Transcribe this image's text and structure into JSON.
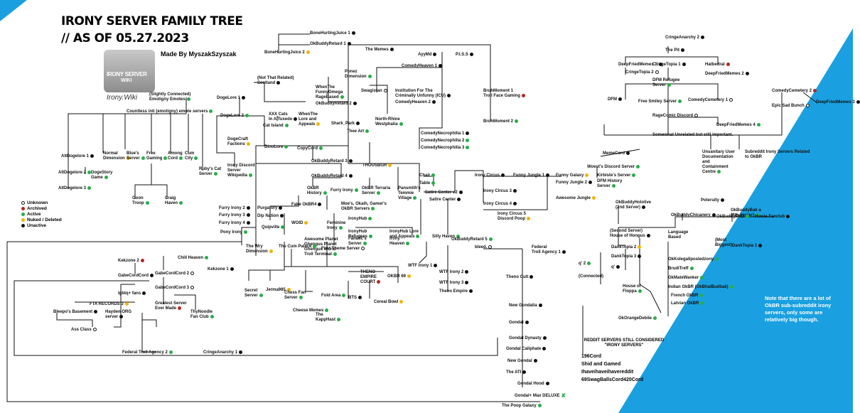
{
  "title": {
    "line1": "IRONY SERVER FAMILY TREE",
    "line2": "// AS OF 05.27.2023",
    "author": "Made By MyszakSzyszak",
    "logo_text_top": "IRONY SERVER",
    "logo_text_bottom": "WIKI",
    "logo_caption": "Irony.Wiki"
  },
  "colors": {
    "active": "#27ae48",
    "archived": "#b3261e",
    "nuked": "#f0b400",
    "unactive": "#111111",
    "corner": "#1aa0e0"
  },
  "legend": [
    {
      "label": "Unknown",
      "status": "u"
    },
    {
      "label": "Archived",
      "status": "r"
    },
    {
      "label": "Active",
      "status": "g"
    },
    {
      "label": "Nuked / Deleted",
      "status": "y"
    },
    {
      "label": "Unactive",
      "status": "k"
    }
  ],
  "note": "Note that there are a lot of OkBR sub-subreddit irony servers, only some are relatively big though.",
  "reddit_section": {
    "title": "REDDIT SERVERS STILL CONSIDERED \"IRONY SERVERS\"",
    "items": [
      "196Cord",
      "Shid and Gamed",
      "Ihaveihaveihavereddit",
      "69SwagBallsCord420Cord"
    ]
  },
  "nodes": [
    {
      "label": "BoneHurtingJuice 1",
      "status": "k"
    },
    {
      "label": "BoneHurtingJuice 2",
      "status": "y"
    },
    {
      "label": "OkBuddyRetard 1",
      "status": "k"
    },
    {
      "label": "The Memes",
      "status": "k"
    },
    {
      "label": "AyyMd",
      "status": "k"
    },
    {
      "label": "P.I.S.S",
      "status": "k"
    },
    {
      "label": "Ponez\nDimension",
      "status": "g"
    },
    {
      "label": "ComedyHeaven 1",
      "status": "k"
    },
    {
      "label": "(Not That Related)\nScotland",
      "status": "k"
    },
    {
      "label": "WhenThe\nFunnyOmega\nRageBased",
      "status": "g"
    },
    {
      "label": "OkBuddyRetard 2",
      "status": "k"
    },
    {
      "label": "Swagistan",
      "status": "u"
    },
    {
      "label": "Institution For The\nCriminally Unfunny (ICU)",
      "status": "k"
    },
    {
      "label": "ComedyHeaven 2",
      "status": "k"
    },
    {
      "label": "BruhMoment 1\nTroll Face Gaming",
      "status": "r"
    },
    {
      "label": "BruhMoment 2",
      "status": "g"
    },
    {
      "label": "(Slightly Connected)\nEmotigny Emotes",
      "status": "g"
    },
    {
      "label": "DogeLore 1",
      "status": "k"
    },
    {
      "label": "Countless inti (emotigny) emote servers",
      "status": "g"
    },
    {
      "label": "DogeLore 2",
      "status": "g"
    },
    {
      "label": "XXX Cats\nIn A Tuxedo",
      "status": "k"
    },
    {
      "label": "Cat Island",
      "status": "g"
    },
    {
      "label": "WhenThe\nLore and\nAppeals",
      "status": "y"
    },
    {
      "label": "Shark_Park",
      "status": "k"
    },
    {
      "label": "North-Rhine\nWestphalia",
      "status": "g"
    },
    {
      "label": "Thee Art",
      "status": "g"
    },
    {
      "label": "ComedyNecrophilia 1",
      "status": "k"
    },
    {
      "label": "ComedyNecrophilia 2",
      "status": "g"
    },
    {
      "label": "ComedyNecrophilia 3",
      "status": "g"
    },
    {
      "label": "DogeCraft\nFactions",
      "status": "y"
    },
    {
      "label": "DinoLore",
      "status": "g"
    },
    {
      "label": "CopyCord",
      "status": "g"
    },
    {
      "label": "AltDogelore 1",
      "status": "k"
    },
    {
      "label": "AltDogelore 2",
      "status": "g"
    },
    {
      "label": "AltDogelore 3",
      "status": "g"
    },
    {
      "label": "DogeStory\nGame",
      "status": "g"
    },
    {
      "label": "Normal\nDimension",
      "status": "y"
    },
    {
      "label": "Blue's\nServer",
      "status": "g"
    },
    {
      "label": "Free\nGaming",
      "status": "g"
    },
    {
      "label": "Among\nCord",
      "status": "g"
    },
    {
      "label": "Cum\nCity",
      "status": "g"
    },
    {
      "label": "Goon\nTroop",
      "status": "g"
    },
    {
      "label": "Craig\nHaven",
      "status": "g"
    },
    {
      "label": "Ruby's Cat\nServer",
      "status": "g"
    },
    {
      "label": "Irony Discord\nServer\nWikipedia",
      "status": "g"
    },
    {
      "label": "OkBuddyRetard 3",
      "status": "k"
    },
    {
      "label": "THOUSBGR",
      "status": "y"
    },
    {
      "label": "OkBuddyRetard 4",
      "status": "k"
    },
    {
      "label": "OkBR\nHistory",
      "status": "g"
    },
    {
      "label": "Furry Irony",
      "status": "g"
    },
    {
      "label": "OkBR Terraria\nServer",
      "status": "g"
    },
    {
      "label": "Pansmith's\nTemmie\nVillage",
      "status": "g"
    },
    {
      "label": "Chair",
      "status": "g"
    },
    {
      "label": "Table",
      "status": "g"
    },
    {
      "label": "Satire Center v2",
      "status": "k"
    },
    {
      "label": "Satire Center",
      "status": "k"
    },
    {
      "label": "Irony Circus",
      "status": "k"
    },
    {
      "label": "Funny Jungle 1",
      "status": "k"
    },
    {
      "label": "Funny Galaxy",
      "status": "y"
    },
    {
      "label": "Funny Jungle 2",
      "status": "k"
    },
    {
      "label": "Awesome Jungle",
      "status": "y"
    },
    {
      "label": "Irony Circus 3",
      "status": "k"
    },
    {
      "label": "Irony Circus 4",
      "status": "k"
    },
    {
      "label": "Irony Circus 5\nDiscord Poop",
      "status": "y"
    },
    {
      "label": "Furry Irony 2",
      "status": "k"
    },
    {
      "label": "Furry Irony 3",
      "status": "k"
    },
    {
      "label": "Furry Irony 4",
      "status": "k"
    },
    {
      "label": "Pony Irony",
      "status": "g"
    },
    {
      "label": "Purgatory",
      "status": "k"
    },
    {
      "label": "Dip Nation",
      "status": "k"
    },
    {
      "label": "Quipville",
      "status": "g"
    },
    {
      "label": "Fake OkBR4",
      "status": "k"
    },
    {
      "label": "WOID",
      "status": "y"
    },
    {
      "label": "Feminine\nIrony",
      "status": "g"
    },
    {
      "label": "Moe's, Okaih, Gamer's\nOkBR Servers",
      "status": "g"
    },
    {
      "label": "IronyHub",
      "status": "g"
    },
    {
      "label": "IronyHub\nRefugees",
      "status": "g"
    },
    {
      "label": "Fanatic's\nServer",
      "status": "g"
    },
    {
      "label": "IronyHub Lore\nand Appeals",
      "status": "g"
    },
    {
      "label": "Irony\nHeaven",
      "status": "g"
    },
    {
      "label": "Silly Haven",
      "status": "g"
    },
    {
      "label": "OkBuddyRetard 5",
      "status": "g"
    },
    {
      "label": "Awesome Planet\nGhengus Planet\nGhengus World\nTroll Terminal",
      "status": "g"
    },
    {
      "label": "First Theme Server",
      "status": "u"
    },
    {
      "label": "bleed.",
      "status": "u"
    },
    {
      "label": "Federal\nTroll Agency 1",
      "status": "k"
    },
    {
      "label": "The Wry\nDimension",
      "status": "y"
    },
    {
      "label": "The Cum Palace",
      "status": "g"
    },
    {
      "label": "Chill Heaven",
      "status": "g"
    },
    {
      "label": "Kekzone 1",
      "status": "k"
    },
    {
      "label": "Kekzone 2",
      "status": "r"
    },
    {
      "label": "GabeCordCord",
      "status": "k"
    },
    {
      "label": "GabeCordCord 2",
      "status": "u"
    },
    {
      "label": "GabeCordCord 3",
      "status": "u"
    },
    {
      "label": "Greatest Server\nEver Made",
      "status": "r"
    },
    {
      "label": "Igbtq+ fans",
      "status": "k"
    },
    {
      "label": "FTA RECORDS 3",
      "status": "y"
    },
    {
      "label": "Hayden ORG\nserver",
      "status": "k"
    },
    {
      "label": "Bleepo's Basement",
      "status": "k"
    },
    {
      "label": "Ass Class",
      "status": "u"
    },
    {
      "label": "ThyNoodle\nFan Club",
      "status": "g"
    },
    {
      "label": "Secret\nServer",
      "status": "g"
    },
    {
      "label": "Jerma985",
      "status": "y"
    },
    {
      "label": "Chess Fan\nServer",
      "status": "g"
    },
    {
      "label": "Fold Area",
      "status": "g"
    },
    {
      "label": "Cheese Memes",
      "status": "g"
    },
    {
      "label": "The\nKappHast",
      "status": "g"
    },
    {
      "label": "BTS",
      "status": "k"
    },
    {
      "label": "THENO\nEMPIRE\nCOURT",
      "status": "r"
    },
    {
      "label": "OKBR 69",
      "status": "y"
    },
    {
      "label": "Cereal Bowl",
      "status": "y"
    },
    {
      "label": "WTF Irony 1",
      "status": "k"
    },
    {
      "label": "WTF Irony 2",
      "status": "k"
    },
    {
      "label": "WTF Irony 3",
      "status": "k"
    },
    {
      "label": "Theno Empire",
      "status": "k"
    },
    {
      "label": "Theno Cult",
      "status": "k"
    },
    {
      "label": "New Gondalia",
      "status": "k"
    },
    {
      "label": "Gondal",
      "status": "k"
    },
    {
      "label": "Gondal Dynasty",
      "status": "k"
    },
    {
      "label": "Gondal Caliphate",
      "status": "k"
    },
    {
      "label": "New Gondal",
      "status": "k"
    },
    {
      "label": "The ATI",
      "status": "k"
    },
    {
      "label": "Gondal Hood",
      "status": "k"
    },
    {
      "label": "Gondal+ Max DELUXE",
      "status": "x"
    },
    {
      "label": "The Poop Galaxy",
      "status": "g"
    },
    {
      "label": "Federal Troll Agency 2",
      "status": "g"
    },
    {
      "label": "CringeAnarchy 1",
      "status": "k"
    },
    {
      "label": "CringeAnarchy 2",
      "status": "k"
    },
    {
      "label": "The Pit",
      "status": "k"
    },
    {
      "label": "DeepFriedMemes 1",
      "status": "k"
    },
    {
      "label": "CringeTopia 1",
      "status": "k"
    },
    {
      "label": "Hatbedral",
      "status": "r"
    },
    {
      "label": "CringeTopia 2",
      "status": "u"
    },
    {
      "label": "DeepFriedMemes 2",
      "status": "k"
    },
    {
      "label": "DFM Refugee\nServer",
      "status": "g"
    },
    {
      "label": "DFM",
      "status": "k"
    },
    {
      "label": "Free Smiley Server",
      "status": "g"
    },
    {
      "label": "ComedyCemetery 1",
      "status": "u"
    },
    {
      "label": "ComedyCemetery 2",
      "status": "r"
    },
    {
      "label": "Epic Sad Bunch",
      "status": "u"
    },
    {
      "label": "DeepFriedMemes 3",
      "status": "k"
    },
    {
      "label": "RageComic Discord",
      "status": "u"
    },
    {
      "label": "DeepFriedMemes 4",
      "status": "g"
    },
    {
      "label": "Somewhat Unrelated but still important.",
      "status": "none"
    },
    {
      "label": "MemeCord",
      "status": "k"
    },
    {
      "label": "Woest's Discord Server",
      "status": "g"
    },
    {
      "label": "Kirbiste's Server",
      "status": "g"
    },
    {
      "label": "DFM History\nServer",
      "status": "g"
    },
    {
      "label": "Unsanitary User\nDocumentation\nand\nContainment\nCentre",
      "status": "g"
    },
    {
      "label": "Subreddit Irony Servers Related\nto OkBR",
      "status": "none"
    },
    {
      "label": "Poteruity",
      "status": "k"
    },
    {
      "label": "OkBuddyHololive\n(2nd Server)",
      "status": "k"
    },
    {
      "label": "OkBuddyChicanery",
      "status": "k"
    },
    {
      "label": "OkBuddyBak a\n(4th Server)",
      "status": "g"
    },
    {
      "label": "OkBuddyPHD",
      "status": "g"
    },
    {
      "label": "Howie Fanclub",
      "status": "k"
    },
    {
      "label": "(Second Server)\nHouse of Hongus",
      "status": "k"
    },
    {
      "label": "Language\nBased",
      "status": "none"
    },
    {
      "label": "(Most\nBiggest)",
      "status": "none"
    },
    {
      "label": "DankTopia 1",
      "status": "k"
    },
    {
      "label": "DankTopia 2",
      "status": "y"
    },
    {
      "label": "DankTopia 3",
      "status": "k"
    },
    {
      "label": "q'",
      "status": "k"
    },
    {
      "label": "q' 2",
      "status": "g"
    },
    {
      "label": "(Connected)",
      "status": "none"
    },
    {
      "label": "House of\nFloppa",
      "status": "g"
    },
    {
      "label": "OkOrangeDebile",
      "status": "g"
    },
    {
      "label": "OkKolegaIlposledzony",
      "status": "g"
    },
    {
      "label": "BrudiTreff",
      "status": "g"
    },
    {
      "label": "OkMateWanker",
      "status": "g"
    },
    {
      "label": "Indian OkBR (OkBhaiBudbak)",
      "status": "g"
    },
    {
      "label": "French OkBR",
      "status": "g"
    },
    {
      "label": "Latvian OkBR",
      "status": "g"
    }
  ]
}
